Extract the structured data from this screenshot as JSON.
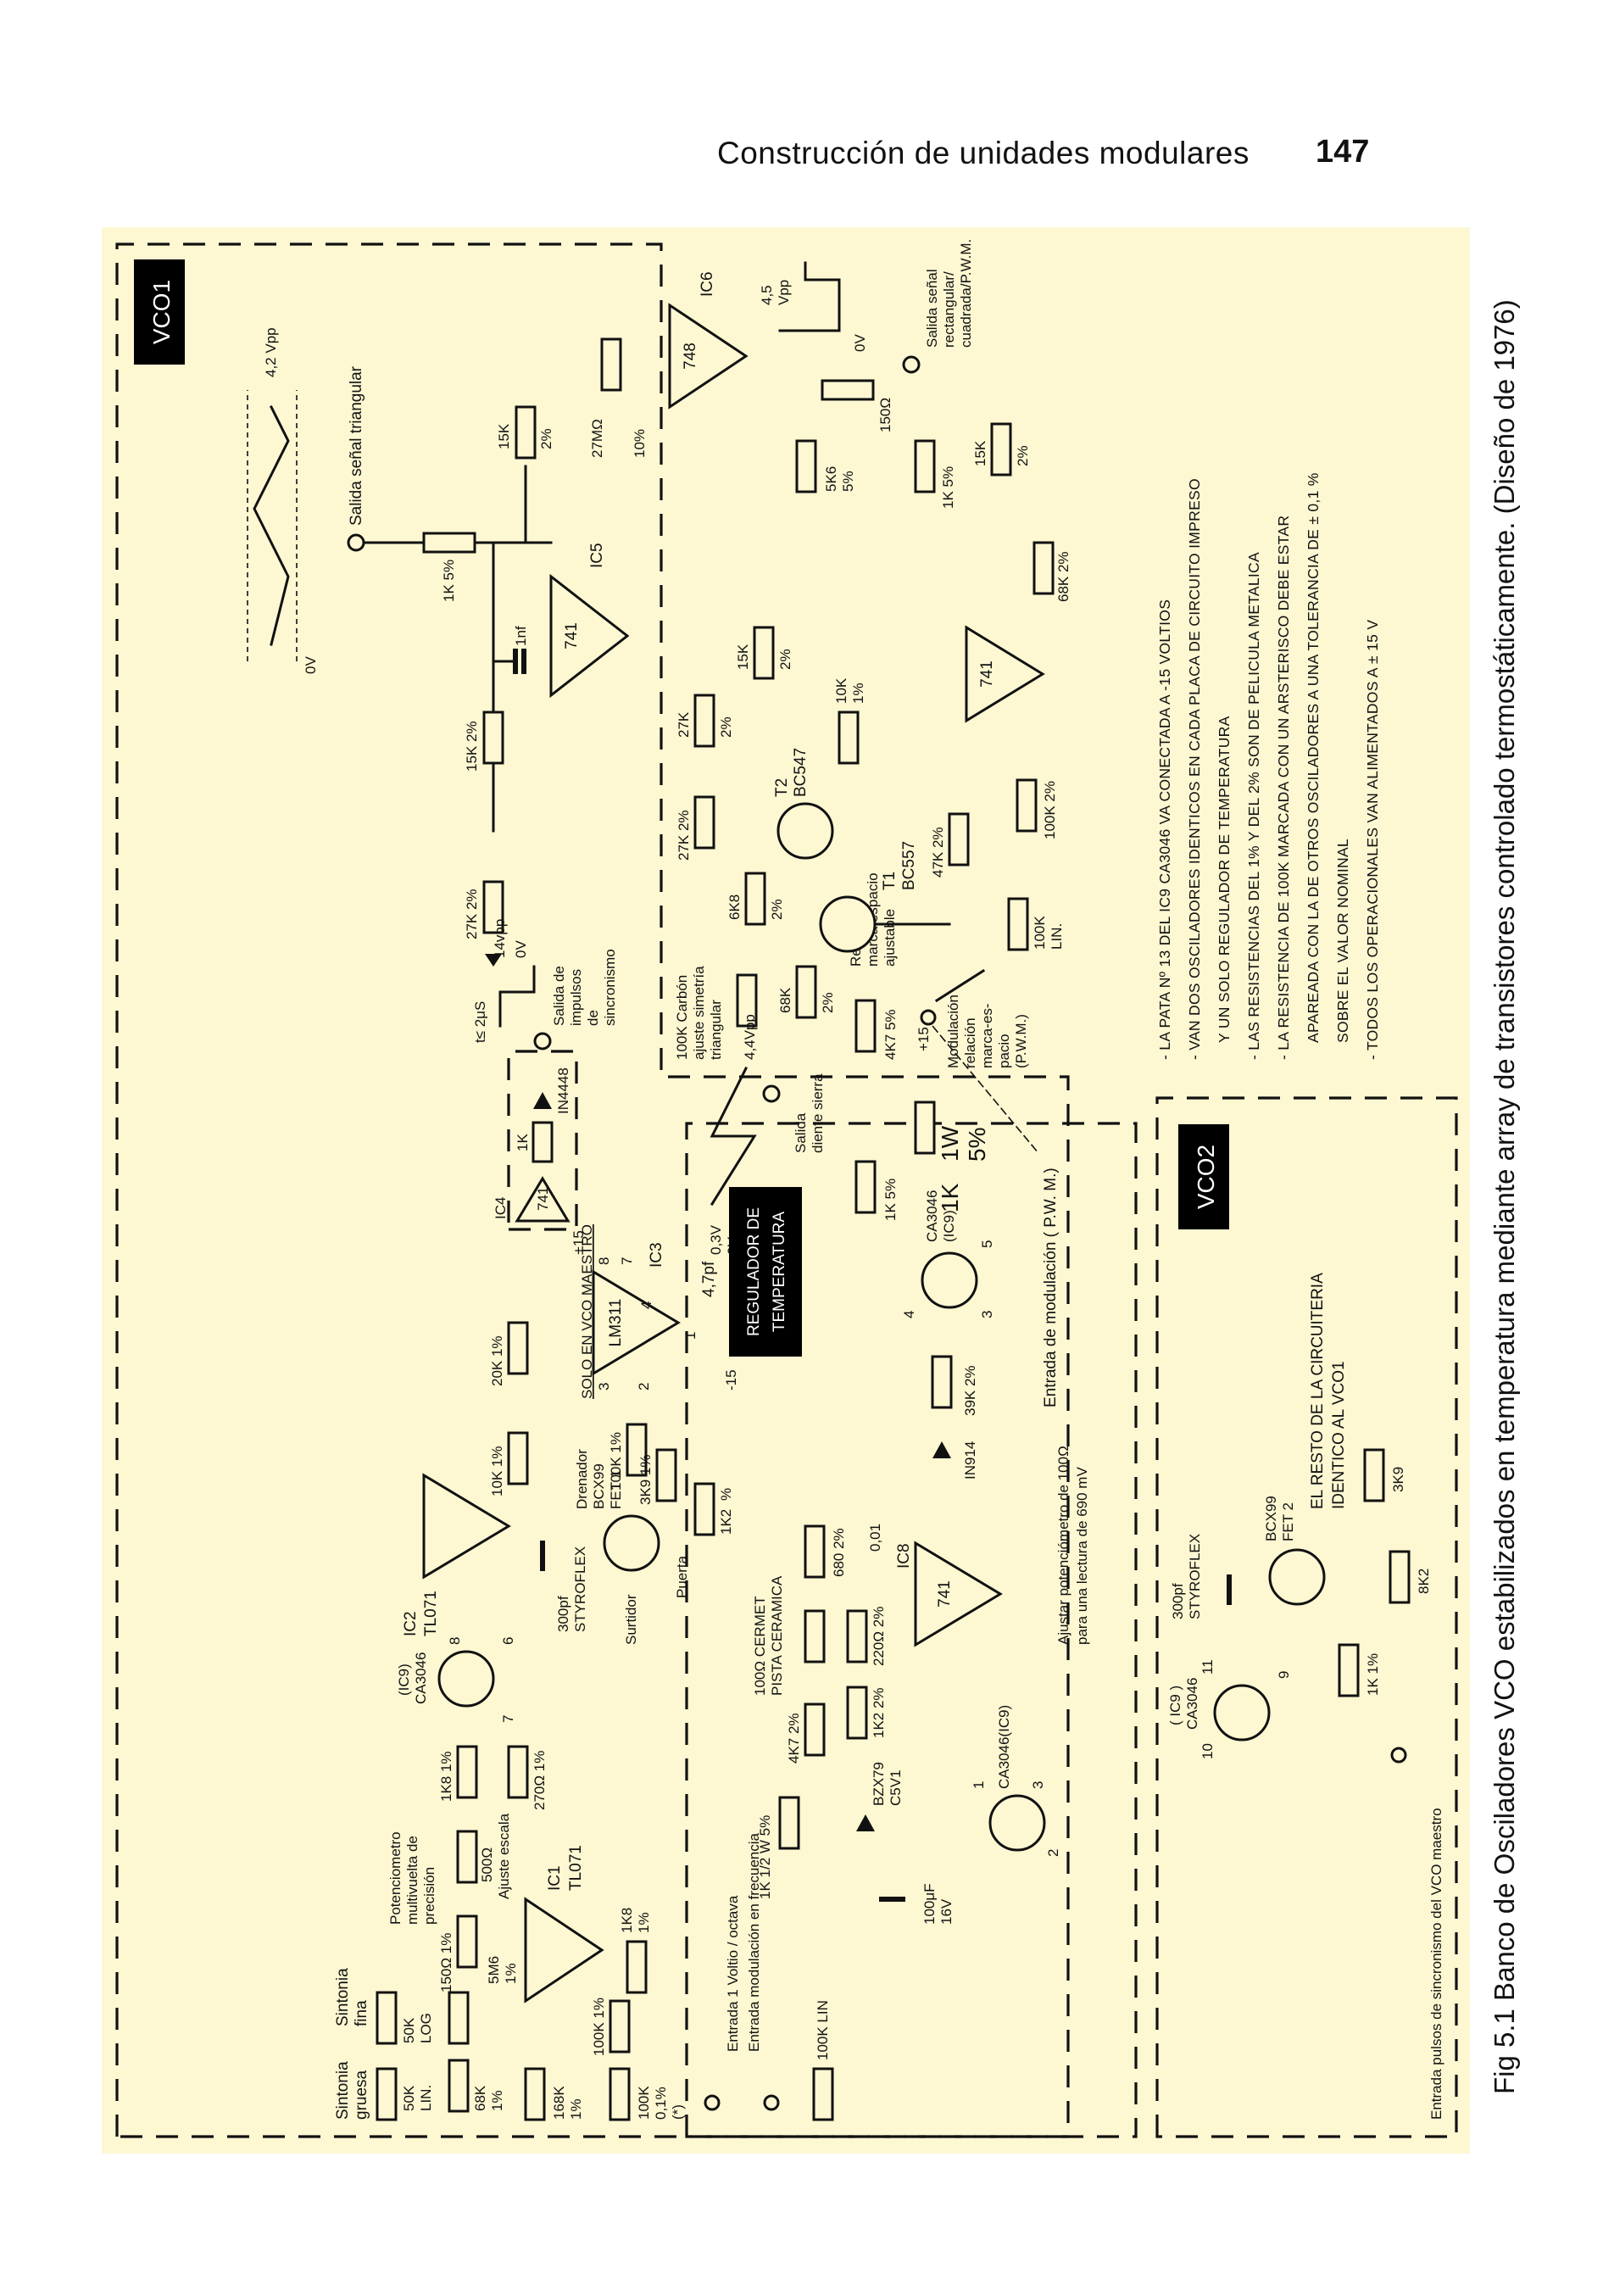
{
  "header": {
    "running_title": "Construcción de unidades modulares",
    "page_number": "147"
  },
  "caption": "Fig 5.1 Banco de Osciladores VCO estabilizados en temperatura mediante array de transistores controlado termostáticamente. (Diseño de 1976)",
  "colors": {
    "panel": "#fdf7d2",
    "ink": "#111111",
    "label_block": "#000000"
  },
  "vco1": {
    "title": "VCO1",
    "triangle_out": {
      "label": "Salida señal triangular",
      "amplitude": "4,2 Vpp",
      "zero": "0V"
    },
    "square_out": {
      "label_1": "Salida señal",
      "label_2": "rectangular/",
      "label_3": "cuadrada/P.W.M.",
      "amplitude_1": "4,5",
      "amplitude_2": "Vpp",
      "zero": "0V"
    },
    "saw_out": {
      "label_1": "Salida",
      "label_2": "diente sierra",
      "amplitude": "4,4Vpp",
      "level_1": "0,3V",
      "level_2": "0V"
    },
    "sync_out": {
      "label_1": "Salida de",
      "label_2": "impulsos",
      "label_3": "de",
      "label_4": "sincronismo",
      "pulse_width": "t≤ 2μS",
      "amplitude": "14vpp",
      "zero": "0V"
    },
    "ic5": {
      "name": "IC5",
      "type": "741"
    },
    "ic6": {
      "name": "IC6",
      "type": "748"
    },
    "ic7": {
      "type": "741"
    },
    "ic3": {
      "name": "IC3",
      "type": "LM311",
      "pin_8": "8",
      "pin_7": "7",
      "pin_4": "4",
      "pin_3": "3",
      "pin_2": "2",
      "pin_1": "1",
      "cap": "4,7pf"
    },
    "ic2": {
      "name": "IC2",
      "type": "TL071"
    },
    "ic1": {
      "name": "IC1",
      "type": "TL071"
    },
    "ic4": {
      "name": "IC4",
      "type": "741",
      "box_label": "SOLO EN VCO MAESTRO"
    },
    "t1": {
      "name": "T1",
      "type": "BC557"
    },
    "t2": {
      "name": "T2",
      "type": "BC547"
    },
    "fet1": {
      "type": "BCX99",
      "name": "FET 1",
      "drain": "Drenador",
      "source": "Surtidor",
      "gate": "Puerta"
    },
    "ic9a": {
      "paren": "(IC9)",
      "type": "CA3046",
      "pin_7": "7",
      "pin_8": "8",
      "pin_6": "6"
    },
    "c_300pf": {
      "value": "300pf",
      "kind": "STYROFLEX"
    },
    "c_1nf": "1nf",
    "resistors": {
      "r27k_a": "27K 2%",
      "r15k_a": "15K 2%",
      "r1k_tri": "1K 5%",
      "r15k_b_1": "15K",
      "r15k_b_2": "2%",
      "r27m_1": "27MΩ",
      "r27m_2": "10%",
      "r5k6_1": "5K6",
      "r5k6_2": "5%",
      "r150": "150Ω",
      "r1k_sq": "1K 5%",
      "r15k_c_1": "15K",
      "r15k_c_2": "2%",
      "r68k_fb": "68K 2%",
      "r47k": "47K 2%",
      "r100k_pwm": "100K 2%",
      "pot100k_pwm_1": "100K",
      "pot100k_pwm_2": "LIN.",
      "r27k_b_1": "27K",
      "r27k_b_2": "2%",
      "r15k_d_1": "15K",
      "r15k_d_2": "2%",
      "r27k_c": "27K 2%",
      "r10k_t2_1": "10K",
      "r10k_t2_2": "1%",
      "r6k8_1": "6K8",
      "r6k8_2": "2%",
      "r68k_sym_1": "68K",
      "r68k_sym_2": "2%",
      "pot_sym_1": "100K Carbón",
      "pot_sym_2": "ajuste simetría",
      "pot_sym_3": "triangular",
      "r4k7": "4K7 5%",
      "r1k_saw": "1K 5%",
      "r1k_1w_1": "1K",
      "r1k_1w_2": "1W",
      "r1k_1w_3": "5%",
      "r1k_ic4": "1K",
      "d_ic4": "IN4448",
      "r20k": "20K 1%",
      "r10k_ic3": "10K 1%",
      "r100k_ic3": "100K 1%",
      "r3k9": "3K9 1%",
      "r1k2_1": "1K2",
      "r1k2_2": "%",
      "r1k8_a": "1K8 1%",
      "r270": "270Ω 1%",
      "trim500_1": "500Ω",
      "trim500_2": "Ajuste escala",
      "pot_multi_1": "Potenciometro",
      "pot_multi_2": "multivuelta de",
      "pot_multi_3": "precisión",
      "r150_ic1": "150Ω 1%",
      "r1k8_b_1": "1K8",
      "r1k8_b_2": "1%",
      "r5m6_1": "5M6",
      "r5m6_2": "1%",
      "r68k_tune_1": "68K",
      "r68k_tune_2": "1%",
      "r100k_in": "100K 1%",
      "r168k_1": "168K",
      "r168k_2": "1%",
      "r100k_prec_1": "100K",
      "r100k_prec_2": "0,1%",
      "r100k_prec_3": "(*)",
      "pot100k_in": "100K LIN"
    },
    "pots": {
      "fine_1": "Sintonia",
      "fine_2": "fina",
      "fine_val_1": "50K",
      "fine_val_2": "LOG",
      "coarse_1": "Sintonia",
      "coarse_2": "gruesa",
      "coarse_val_1": "50K",
      "coarse_val_2": "LIN."
    },
    "supplies": {
      "plus15": "+15",
      "minus15": "-15"
    },
    "pwm": {
      "relation_1": "Relación",
      "relation_2": "marca espacio",
      "relation_3": "ajustable",
      "mod_1": "Modulación",
      "mod_2": "relación",
      "mod_3": "marca-es-",
      "mod_4": "pacio",
      "mod_5": "(P.W.M.)",
      "input": "Entrada de modulación ( P.W. M.)"
    },
    "inputs": {
      "volt_octave": "Entrada 1 Voltio / octava",
      "fm": "Entrada modulación en frecuencia"
    }
  },
  "notes": [
    "- LA PATA Nº 13 DEL IC9 CA3046 VA CONECTADA A -15 VOLTIOS",
    "- VAN DOS OSCILADORES IDENTICOS EN CADA PLACA DE CIRCUITO IMPRESO",
    "Y UN SOLO REGULADOR DE TEMPERATURA",
    "- LAS RESISTENCIAS DEL 1% Y DEL 2% SON DE PELICULA METALICA",
    "- LA RESISTENCIA DE 100K MARCADA CON UN ARSTERISCO DEBE ESTAR",
    "APAREADA CON LA DE OTROS OSCILADORES A UNA TOLERANCIA DE ± 0,1 %",
    "SOBRE EL VALOR NOMINAL",
    "- TODOS LOS OPERACIONALES VAN ALIMENTADOS A ± 15 V"
  ],
  "vco2": {
    "title": "VCO2",
    "text_1": "EL RESTO DE LA CIRCUITERIA",
    "text_2": "IDENTICO AL VCO1",
    "sync_in": "Entrada pulsos de sincronismo del VCO maestro",
    "ic9b": {
      "paren": "( IC9 )",
      "type": "CA3046",
      "pin_10": "10",
      "pin_11": "11",
      "pin_9": "9"
    },
    "c_300pf": {
      "value": "300pf",
      "kind": "STYROFLEX"
    },
    "fet2": {
      "type": "BCX99",
      "name": "FET 2"
    },
    "r3k9": "3K9",
    "r8k2": "8K2",
    "r1k": "1K 1%"
  },
  "regulator": {
    "title_1": "REGULADOR DE",
    "title_2": "TEMPERATURA",
    "ic8": {
      "name": "IC8",
      "type": "741"
    },
    "r1k_half_w": "1K 1/2 W 5%",
    "r4k7": "4K7 2%",
    "trim_1": "100Ω CERMET",
    "trim_2": "PISTA CERAMICA",
    "r680": "680 2%",
    "c001": "0,01",
    "zener_1": "BZX79",
    "zener_2": "C5V1",
    "cap_1": "100μF",
    "cap_2": "16V",
    "r1k2": "1K2 2%",
    "r220": "220Ω 2%",
    "diode": "IN914",
    "r39k": "39K 2%",
    "q_heater": {
      "type": "CA3046",
      "paren": "(IC9)",
      "pin_4": "4",
      "pin_5": "5",
      "pin_3": "3"
    },
    "q_sense": {
      "type": "CA3046(IC9)",
      "pin_1": "1",
      "pin_2": "2",
      "pin_3": "3"
    },
    "adjust_1": "Ajustar potenciómetro de 100Ω",
    "adjust_2": "para una lectura de 690 mV"
  }
}
